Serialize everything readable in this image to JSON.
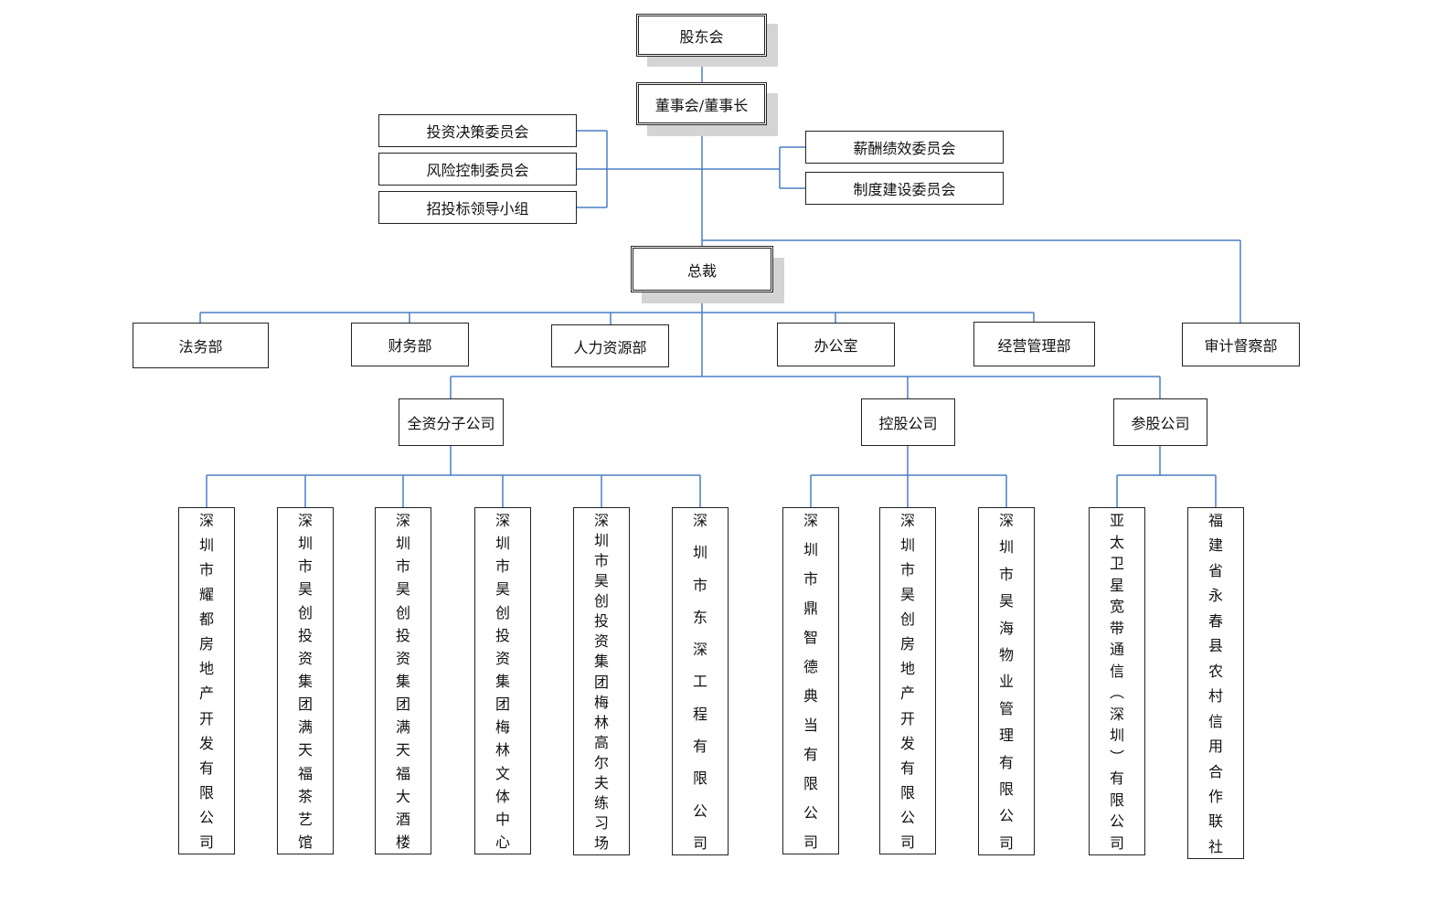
{
  "colors": {
    "line": "#4a7ec4",
    "border": "#222222",
    "shadow": "#d4d4d4"
  },
  "top": {
    "shareholders": "股东会",
    "board": "董事会/董事长",
    "president": "总裁"
  },
  "committees_left": [
    "投资决策委员会",
    "风险控制委员会",
    "招投标领导小组"
  ],
  "committees_right": [
    "薪酬绩效委员会",
    "制度建设委员会"
  ],
  "departments": [
    "法务部",
    "财务部",
    "人力资源部",
    "办公室",
    "经营管理部"
  ],
  "audit": "审计督察部",
  "groups": [
    "全资分子公司",
    "控股公司",
    "参股公司"
  ],
  "subsidiaries": [
    "深圳市耀都房地产开发有限公司",
    "深圳市昊创投资集团满天福茶艺馆",
    "深圳市昊创投资集团满天福大酒楼",
    "深圳市昊创投资集团梅林文体中心",
    "深圳市昊创投资集团梅林高尔夫练习场",
    "深圳市东深工程有限公司",
    "深圳市鼎智德典当有限公司",
    "深圳市昊创房地产开发有限公司",
    "深圳市昊海物业管理有限公司",
    "亚太卫星宽带通信（深圳）有限公司",
    "福建省永春县农村信用合作联社"
  ]
}
